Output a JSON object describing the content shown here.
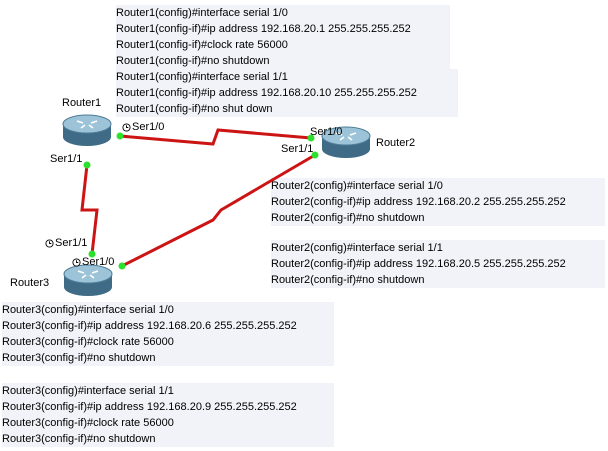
{
  "colors": {
    "link": "#cc1414",
    "port": "#2ee02e",
    "config_bg": "#f1f3f8"
  },
  "routers": {
    "r1": {
      "name": "Router1"
    },
    "r2": {
      "name": "Router2"
    },
    "r3": {
      "name": "Router3"
    }
  },
  "ports": {
    "r1_s10": "Ser1/0",
    "r1_s11": "Ser1/1",
    "r2_s10": "Ser1/0",
    "r2_s11": "Ser1/1",
    "r3_s10": "Ser1/0",
    "r3_s11": "Ser1/1"
  },
  "configs": {
    "r1a": [
      "Router1(config)#interface serial 1/0",
      "Router1(config-if)#ip address 192.168.20.1 255.255.255.252",
      "Router1(config-if)#clock rate 56000",
      "Router1(config-if)#no shutdown"
    ],
    "r1b": [
      "Router1(config)#interface serial 1/1",
      "Router1(config-if)#ip address 192.168.20.10 255.255.255.252",
      "Router1(config-if)#no shut down"
    ],
    "r2a": [
      "Router2(config)#interface serial 1/0",
      "Router2(config-if)#ip address 192.168.20.2 255.255.255.252",
      "Router2(config-if)#no shutdown"
    ],
    "r2b": [
      "Router2(config)#interface serial 1/1",
      "Router2(config-if)#ip address 192.168.20.5 255.255.255.252",
      "Router2(config-if)#no shutdown"
    ],
    "r3a": [
      "Router3(config)#interface serial 1/0",
      "Router3(config-if)#ip address 192.168.20.6 255.255.255.252",
      "Router3(config-if)#clock rate 56000",
      "Router3(config-if)#no shutdown"
    ],
    "r3b": [
      "Router3(config)#interface serial 1/1",
      "Router3(config-if)#ip address 192.168.20.9 255.255.255.252",
      "Router3(config-if)#clock rate 56000",
      "Router3(config-if)#no shutdown"
    ]
  }
}
